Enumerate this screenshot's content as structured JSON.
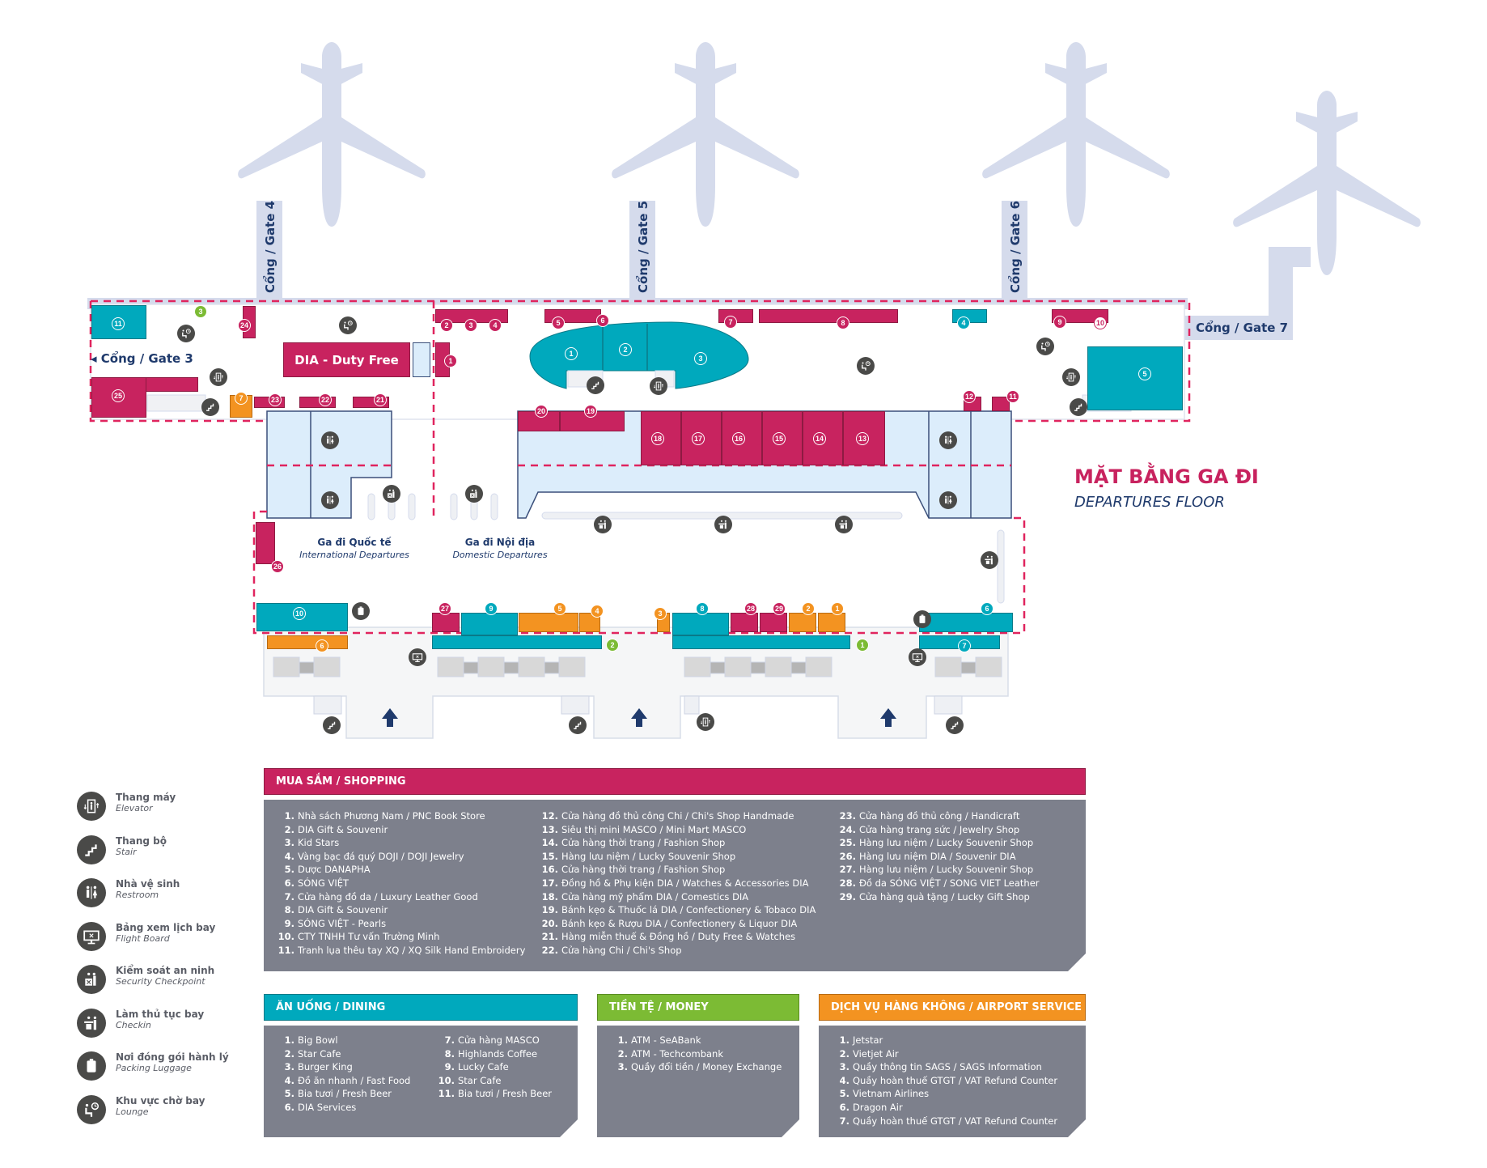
{
  "map": {
    "title_vn": "MẶT BẰNG GA ĐI",
    "title_en": "DEPARTURES FLOOR",
    "gates": [
      {
        "label": "Cổng / Gate 3"
      },
      {
        "label": "Cổng / Gate 4"
      },
      {
        "label": "Cổng / Gate 5"
      },
      {
        "label": "Cổng / Gate 6"
      },
      {
        "label": "Cổng / Gate 7"
      }
    ],
    "duty_free_label": "DIA - Duty Free",
    "zones": [
      {
        "vn": "Ga đi Quốc tế",
        "en": "International Departures"
      },
      {
        "vn": "Ga đi Nội địa",
        "en": "Domestic Departures"
      }
    ],
    "markers": {
      "shopping": [
        "1",
        "2",
        "3",
        "4",
        "5",
        "6",
        "7",
        "8",
        "9",
        "10",
        "11",
        "12",
        "13",
        "14",
        "15",
        "16",
        "17",
        "18",
        "19",
        "20",
        "21",
        "22",
        "23",
        "24",
        "25",
        "26",
        "27",
        "28",
        "29"
      ],
      "dining": [
        "1",
        "2",
        "3",
        "4",
        "5",
        "6",
        "7",
        "8",
        "9",
        "10",
        "11"
      ],
      "money": [
        "1",
        "2",
        "3"
      ],
      "service": [
        "1",
        "2",
        "3",
        "4",
        "5",
        "6",
        "7"
      ]
    },
    "colors": {
      "shopping": "#c8235f",
      "dining": "#00a9bd",
      "money": "#7cbb34",
      "service": "#f39321",
      "plane": "#d5dbec",
      "navy": "#1f3a6c"
    }
  },
  "legend": [
    {
      "icon": "elevator-icon",
      "vn": "Thang máy",
      "en": "Elevator"
    },
    {
      "icon": "stair-icon",
      "vn": "Thang bộ",
      "en": "Stair"
    },
    {
      "icon": "restroom-icon",
      "vn": "Nhà vệ sinh",
      "en": "Restroom"
    },
    {
      "icon": "flight-board-icon",
      "vn": "Bảng xem lịch bay",
      "en": "Flight Board"
    },
    {
      "icon": "security-checkpoint-icon",
      "vn": "Kiểm soát an ninh",
      "en": "Security Checkpoint"
    },
    {
      "icon": "checkin-icon",
      "vn": "Làm thủ tục bay",
      "en": "Checkin"
    },
    {
      "icon": "packing-luggage-icon",
      "vn": "Nơi đóng gói hành lý",
      "en": "Packing Luggage"
    },
    {
      "icon": "lounge-icon",
      "vn": "Khu vực chờ bay",
      "en": "Lounge"
    }
  ],
  "shopping": {
    "header": "MUA SẮM / SHOPPING",
    "items": [
      {
        "n": "1.",
        "t": "Nhà sách Phương Nam / PNC Book Store"
      },
      {
        "n": "2.",
        "t": "DIA Gift & Souvenir"
      },
      {
        "n": "3.",
        "t": "Kid Stars"
      },
      {
        "n": "4.",
        "t": "Vàng bạc đá quý DOJI / DOJI Jewelry"
      },
      {
        "n": "5.",
        "t": "Dược DANAPHA"
      },
      {
        "n": "6.",
        "t": "SÓNG VIỆT"
      },
      {
        "n": "7.",
        "t": "Cửa hàng đồ da / Luxury Leather Good"
      },
      {
        "n": "8.",
        "t": "DIA Gift & Souvenir"
      },
      {
        "n": "9.",
        "t": "SÓNG VIỆT - Pearls"
      },
      {
        "n": "10.",
        "t": "CTY TNHH Tư vấn Trường Minh"
      },
      {
        "n": "11.",
        "t": "Tranh lụa thêu tay XQ / XQ Silk Hand Embroidery"
      },
      {
        "n": "12.",
        "t": "Cửa hàng đồ thủ công Chi / Chi's Shop Handmade"
      },
      {
        "n": "13.",
        "t": "Siêu thị mini MASCO / Mini Mart MASCO"
      },
      {
        "n": "14.",
        "t": "Cửa hàng thời trang / Fashion Shop"
      },
      {
        "n": "15.",
        "t": "Hàng lưu niệm / Lucky Souvenir Shop"
      },
      {
        "n": "16.",
        "t": "Cửa hàng thời trang / Fashion Shop"
      },
      {
        "n": "17.",
        "t": "Đồng hồ & Phụ kiện DIA / Watches & Accessories DIA"
      },
      {
        "n": "18.",
        "t": "Cửa hàng mỹ phẩm DIA / Comestics DIA"
      },
      {
        "n": "19.",
        "t": "Bánh kẹo & Thuốc lá DIA / Confectionery & Tobaco DIA"
      },
      {
        "n": "20.",
        "t": "Bánh kẹo & Rượu DIA / Confectionery & Liquor DIA"
      },
      {
        "n": "21.",
        "t": "Hàng miễn thuế & Đồng hồ / Duty Free & Watches"
      },
      {
        "n": "22.",
        "t": "Cửa hàng Chi / Chi's Shop"
      },
      {
        "n": "23.",
        "t": "Cửa hàng đồ thủ công  / Handicraft"
      },
      {
        "n": "24.",
        "t": "Cửa hàng trang sức / Jewelry Shop"
      },
      {
        "n": "25.",
        "t": "Hàng lưu niệm / Lucky Souvenir Shop"
      },
      {
        "n": "26.",
        "t": "Hàng lưu niệm DIA / Souvenir DIA"
      },
      {
        "n": "27.",
        "t": "Hàng lưu niệm / Lucky Souvenir Shop"
      },
      {
        "n": "28.",
        "t": "Đồ da SÓNG VIỆT / SONG VIET Leather"
      },
      {
        "n": "29.",
        "t": "Cửa hàng quà tặng / Lucky Gift Shop"
      }
    ]
  },
  "dining": {
    "header": "ĂN UỐNG / DINING",
    "items": [
      {
        "n": "1.",
        "t": "Big Bowl"
      },
      {
        "n": "2.",
        "t": "Star Cafe"
      },
      {
        "n": "3.",
        "t": "Burger King"
      },
      {
        "n": "4.",
        "t": "Đồ ăn nhanh / Fast Food"
      },
      {
        "n": "5.",
        "t": "Bia tươi / Fresh Beer"
      },
      {
        "n": "6.",
        "t": "DIA Services"
      },
      {
        "n": "7.",
        "t": "Cửa hàng MASCO"
      },
      {
        "n": "8.",
        "t": "Highlands Coffee"
      },
      {
        "n": "9.",
        "t": "Lucky Cafe"
      },
      {
        "n": "10.",
        "t": "Star Cafe"
      },
      {
        "n": "11.",
        "t": "Bia tươi / Fresh Beer"
      }
    ]
  },
  "money": {
    "header": "TIỀN TỆ / MONEY",
    "items": [
      {
        "n": "1.",
        "t": "ATM - SeABank"
      },
      {
        "n": "2.",
        "t": "ATM - Techcombank"
      },
      {
        "n": "3.",
        "t": "Quầy đổi tiền / Money Exchange"
      }
    ]
  },
  "service": {
    "header": "DỊCH VỤ HÀNG KHÔNG / AIRPORT SERVICE",
    "items": [
      {
        "n": "1.",
        "t": "Jetstar"
      },
      {
        "n": "2.",
        "t": "Vietjet Air"
      },
      {
        "n": "3.",
        "t": "Quầy thông tin SAGS / SAGS Information"
      },
      {
        "n": "4.",
        "t": "Quầy hoàn thuế GTGT / VAT Refund Counter"
      },
      {
        "n": "5.",
        "t": "Vietnam Airlines"
      },
      {
        "n": "6.",
        "t": "Dragon Air"
      },
      {
        "n": "7.",
        "t": "Quầy hoàn thuế GTGT / VAT Refund Counter"
      }
    ]
  }
}
